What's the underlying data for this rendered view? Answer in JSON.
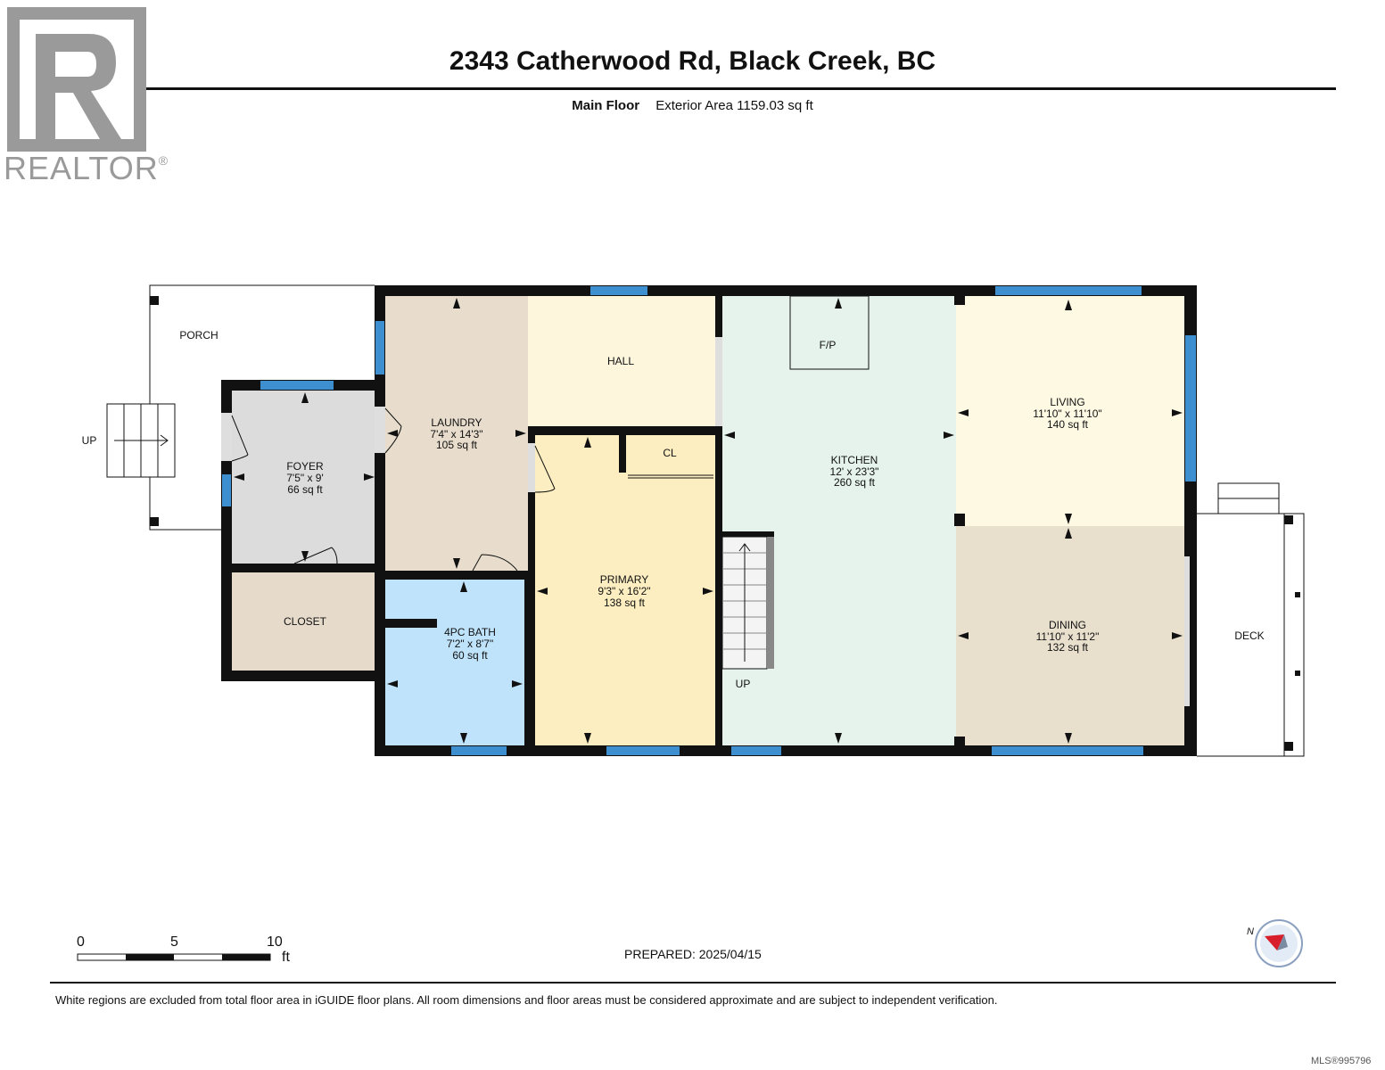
{
  "header": {
    "title": "2343 Catherwood Rd, Black Creek, BC",
    "floor_name": "Main Floor",
    "exterior_area": "Exterior Area 1159.03 sq ft"
  },
  "logo": {
    "text": "REALTOR",
    "mark": "®"
  },
  "rooms": {
    "porch": {
      "name": "PORCH"
    },
    "porch_stairs": {
      "name": "UP"
    },
    "foyer": {
      "name": "FOYER",
      "dims": "7'5\" x 9'",
      "area": "66 sq ft"
    },
    "closet": {
      "name": "CLOSET"
    },
    "laundry": {
      "name": "LAUNDRY",
      "dims": "7'4\" x 14'3\"",
      "area": "105 sq ft"
    },
    "hall": {
      "name": "HALL"
    },
    "cl": {
      "name": "CL"
    },
    "bath": {
      "name": "4PC BATH",
      "dims": "7'2\" x 8'7\"",
      "area": "60 sq ft"
    },
    "primary": {
      "name": "PRIMARY",
      "dims": "9'3\" x 16'2\"",
      "area": "138 sq ft"
    },
    "fireplace": {
      "name": "F/P"
    },
    "kitchen": {
      "name": "KITCHEN",
      "dims": "12' x 23'3\"",
      "area": "260 sq ft"
    },
    "stairs": {
      "name": "UP"
    },
    "living": {
      "name": "LIVING",
      "dims": "11'10\" x 11'10\"",
      "area": "140 sq ft"
    },
    "dining": {
      "name": "DINING",
      "dims": "11'10\" x 11'2\"",
      "area": "132 sq ft"
    },
    "deck": {
      "name": "DECK"
    }
  },
  "colors": {
    "wall": "#111111",
    "window": "#3d8fd0",
    "foyer": "#dcdcdc",
    "closet": "#e6dbcb",
    "laundry": "#e8ddcc",
    "hall": "#fdf6dd",
    "bath": "#bfe3fb",
    "primary": "#fceec0",
    "kitchen": "#e5f3ec",
    "living": "#fef9e3",
    "dining": "#e8dfcd"
  },
  "scale": {
    "labels": [
      "0",
      "5",
      "10"
    ],
    "unit": "ft"
  },
  "compass": {
    "label": "N",
    "icon": "north-arrow-icon"
  },
  "footer": {
    "prepared": "PREPARED: 2025/04/15",
    "disclaimer": "White regions are excluded from total floor area in iGUIDE floor plans. All room dimensions and floor areas must be considered approximate and are subject to independent verification.",
    "mls": "MLS®995796"
  }
}
